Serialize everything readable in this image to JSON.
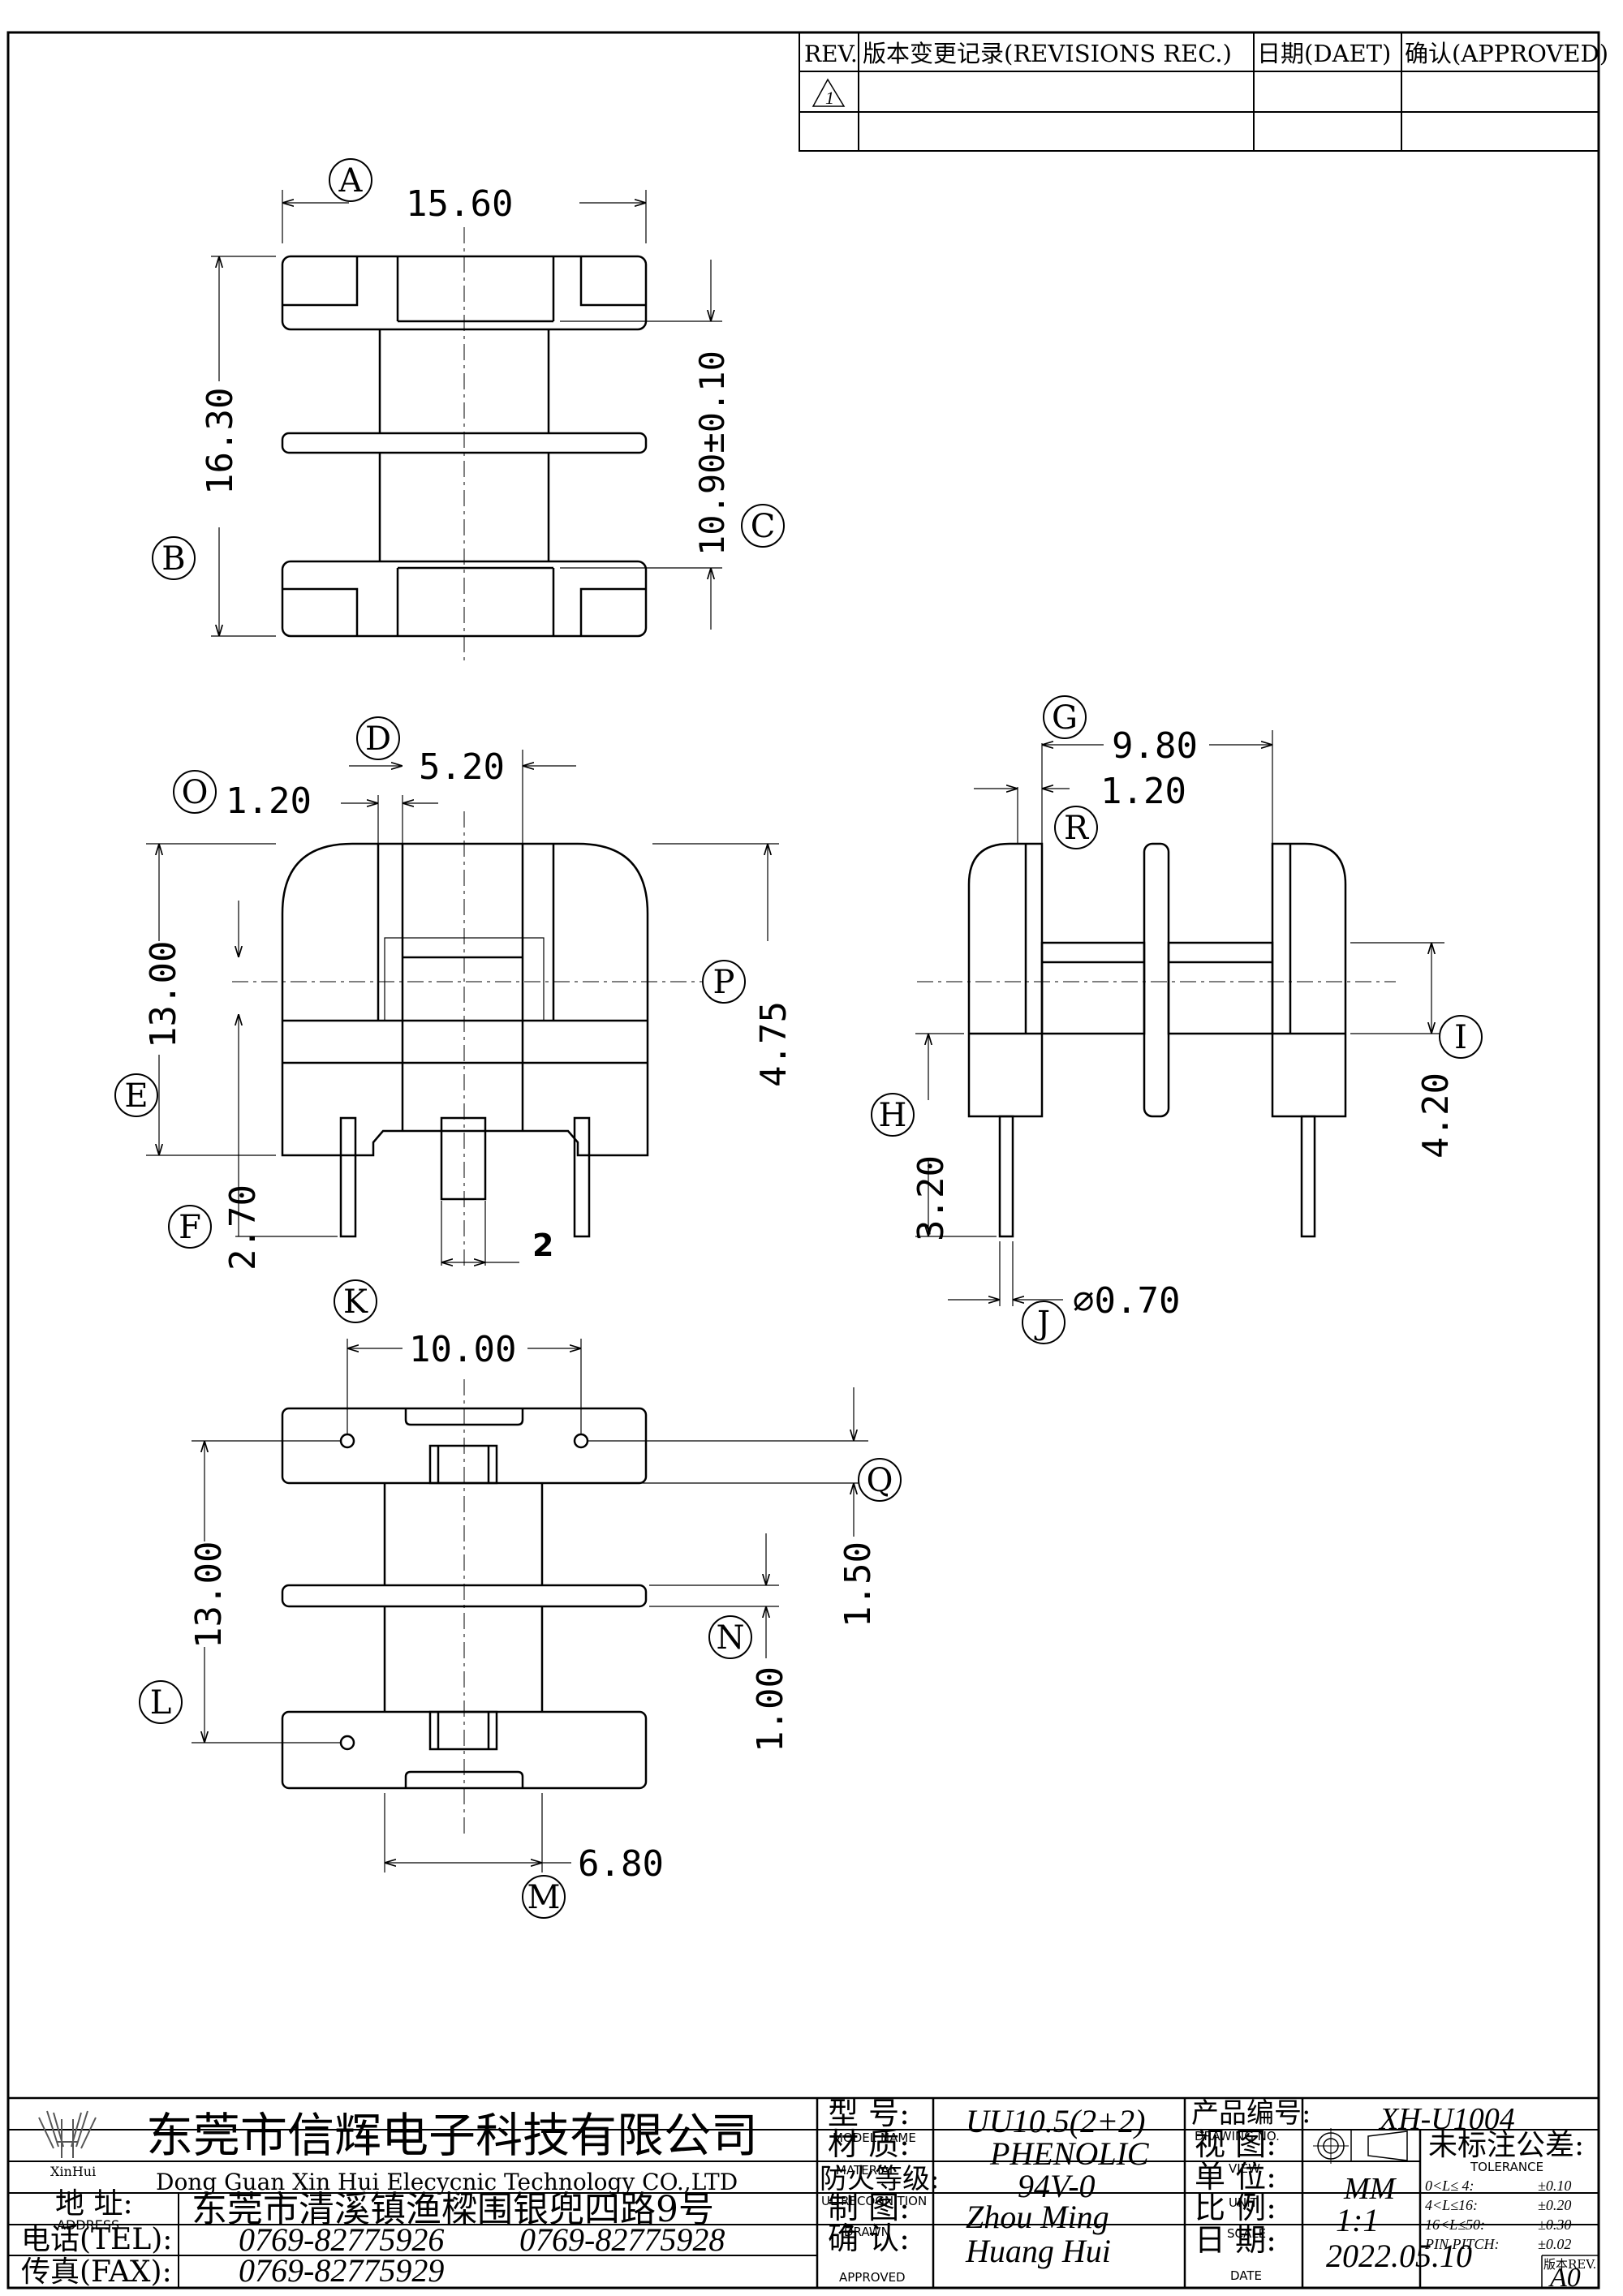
{
  "revisions": {
    "headers": {
      "rev": "REV.",
      "record": "版本变更记录(REVISIONS REC.)",
      "date": "日期(DAET)",
      "approved": "确认(APPROVED)"
    },
    "rows": [
      {
        "rev": "1"
      }
    ]
  },
  "dimensions": {
    "top": {
      "width": "15.60",
      "height": "16.30",
      "window": "10.90±0.10"
    },
    "front": {
      "flange": "1.20",
      "center": "5.20",
      "height": "13.00",
      "p_height": "4.75",
      "pin": "2.70",
      "pin_w": "2"
    },
    "side": {
      "depth": "9.80",
      "flange": "1.20",
      "h": "3.20",
      "i": "4.20",
      "pin_dia": "⌀0.70"
    },
    "bottom": {
      "pitch": "10.00",
      "height": "13.00",
      "q": "1.50",
      "n": "1.00",
      "m": "6.80"
    }
  },
  "callouts": [
    "A",
    "B",
    "C",
    "D",
    "E",
    "F",
    "G",
    "H",
    "I",
    "J",
    "K",
    "L",
    "M",
    "N",
    "O",
    "P",
    "Q",
    "R"
  ],
  "title_block": {
    "company_cn": "东莞市信辉电子科技有限公司",
    "company_en": "Dong Guan Xin Hui Elecycnic Technology CO.,LTD",
    "logo_text": "XinHui",
    "address_label": "地  址:",
    "address_label_en": "ADDRESS",
    "address": "东莞市清溪镇渔樑围银兜四路9号",
    "tel_label": "电话(TEL):",
    "tel1": "0769-82775926",
    "tel2": "0769-82775928",
    "fax_label": "传真(FAX):",
    "fax": "0769-82775929",
    "model_label": "型  号:",
    "model_label_en": "MODEL NAME",
    "model": "UU10.5(2+2)",
    "material_label": "材  质:",
    "material_label_en": "MATERIAL",
    "material": "PHENOLIC",
    "ul_label": "防火等级:",
    "ul_label_en": "UL RECOGNITION",
    "ul": "94V-0",
    "drawn_label": "制  图:",
    "drawn_label_en": "DRAWN",
    "drawn": "Zhou Ming",
    "approved_label": "确  认:",
    "approved_label_en": "APPROVED",
    "approved": "Huang Hui",
    "drawing_no_label": "产品编号:",
    "drawing_no_label_en": "DRAWING NO.",
    "drawing_no": "XH-U1004",
    "view_label": "视  图:",
    "view_label_en": "VIEW",
    "unit_label": "单  位:",
    "unit_label_en": "UNIT",
    "unit": "MM",
    "scale_label": "比  例:",
    "scale_label_en": "SCALE",
    "scale": "1:1",
    "date_label": "日  期:",
    "date_label_en": "DATE",
    "date": "2022.05.10",
    "tolerance_label": "未标注公差:",
    "tolerance_label_en": "TOLERANCE",
    "tolerances": [
      {
        "range": "0<L≤ 4:",
        "value": "±0.10"
      },
      {
        "range": "4<L≤16:",
        "value": "±0.20"
      },
      {
        "range": "16<L≤50:",
        "value": "±0.30"
      },
      {
        "range": "PIN PITCH:",
        "value": "±0.02"
      }
    ],
    "rev_label": "版本REV.",
    "rev": "A0"
  }
}
